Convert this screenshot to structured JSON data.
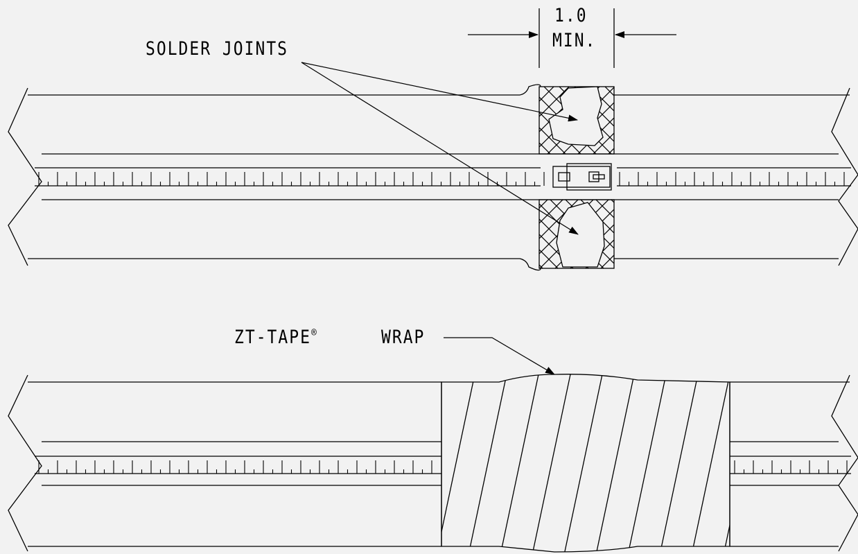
{
  "labels": {
    "solder_joints": "SOLDER JOINTS",
    "dimension_value": "1.0",
    "dimension_unit": "MIN.",
    "tape_name": "ZT-TAPE",
    "registered_mark": "®",
    "wrap": "WRAP"
  },
  "colors": {
    "background": "#f2f2f2",
    "line": "#000000"
  }
}
